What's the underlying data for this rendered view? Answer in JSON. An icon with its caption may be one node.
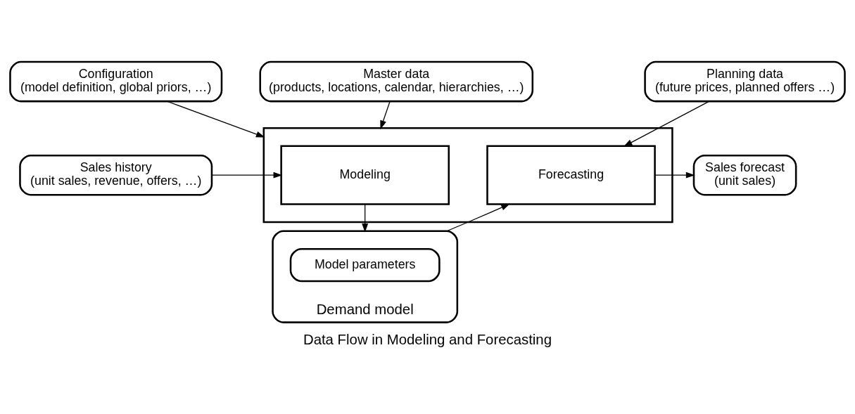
{
  "diagram": {
    "caption": "Data Flow in Modeling and Forecasting",
    "nodes": [
      {
        "text": [
          "Configuration",
          "(model definition, global priors, …)"
        ]
      },
      {
        "text": [
          "Master data",
          "(products, locations, calendar, hierarchies, …)"
        ]
      },
      {
        "text": [
          "Planning data",
          "(future prices, planned offers …)"
        ]
      },
      {
        "text": [
          "Sales history",
          "(unit sales, revenue, offers, …)"
        ]
      },
      {
        "text": [],
        "shape": "box"
      },
      {
        "text": [
          "Modeling"
        ],
        "in": 4
      },
      {
        "text": [
          "Forecasting"
        ],
        "in": 4
      },
      {
        "text": [
          "Sales forecast",
          "(unit sales)"
        ]
      },
      {
        "text": [
          "Demand model"
        ]
      },
      {
        "text": [
          "Model parameters"
        ],
        "in": 8
      }
    ],
    "edges": [
      {
        "from": 0,
        "to": 4,
        "arrow": "to"
      },
      {
        "from": 1,
        "to": 4,
        "arrow": "to"
      },
      {
        "from": 2,
        "to": 6,
        "arrow": "to"
      },
      {
        "from": 3,
        "to": 5,
        "arrow": "to"
      },
      {
        "from": 6,
        "to": 7,
        "arrow": "to"
      },
      {
        "from": 5,
        "to": 8,
        "arrow": "to"
      },
      {
        "from": 8,
        "to": 6,
        "arrow": "to"
      }
    ]
  }
}
